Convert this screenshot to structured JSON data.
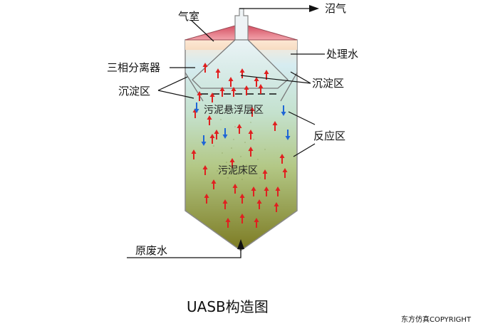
{
  "diagram": {
    "labels": {
      "biogas": "沼气",
      "gas_chamber": "气室",
      "treated_water": "处理水",
      "three_phase_separator": "三相分离器",
      "settling_zone_left": "沉淀区",
      "settling_zone_right": "沉淀区",
      "sludge_suspension_layer": "污泥悬浮层区",
      "reaction_zone": "反应区",
      "sludge_bed_zone": "污泥床区",
      "raw_wastewater": "原废水"
    },
    "caption": "UASB构造图",
    "copyright": "东方仿真COPYRIGHT",
    "colors": {
      "gas_roof": "#e46b7a",
      "top_water": "#fbe7d2",
      "mid_water": "#cfe5d6",
      "bottom_sludge": "#8e8a2a",
      "rising_arrow": "#e02020",
      "down_arrow": "#1f66d6",
      "outline": "#888888"
    }
  }
}
